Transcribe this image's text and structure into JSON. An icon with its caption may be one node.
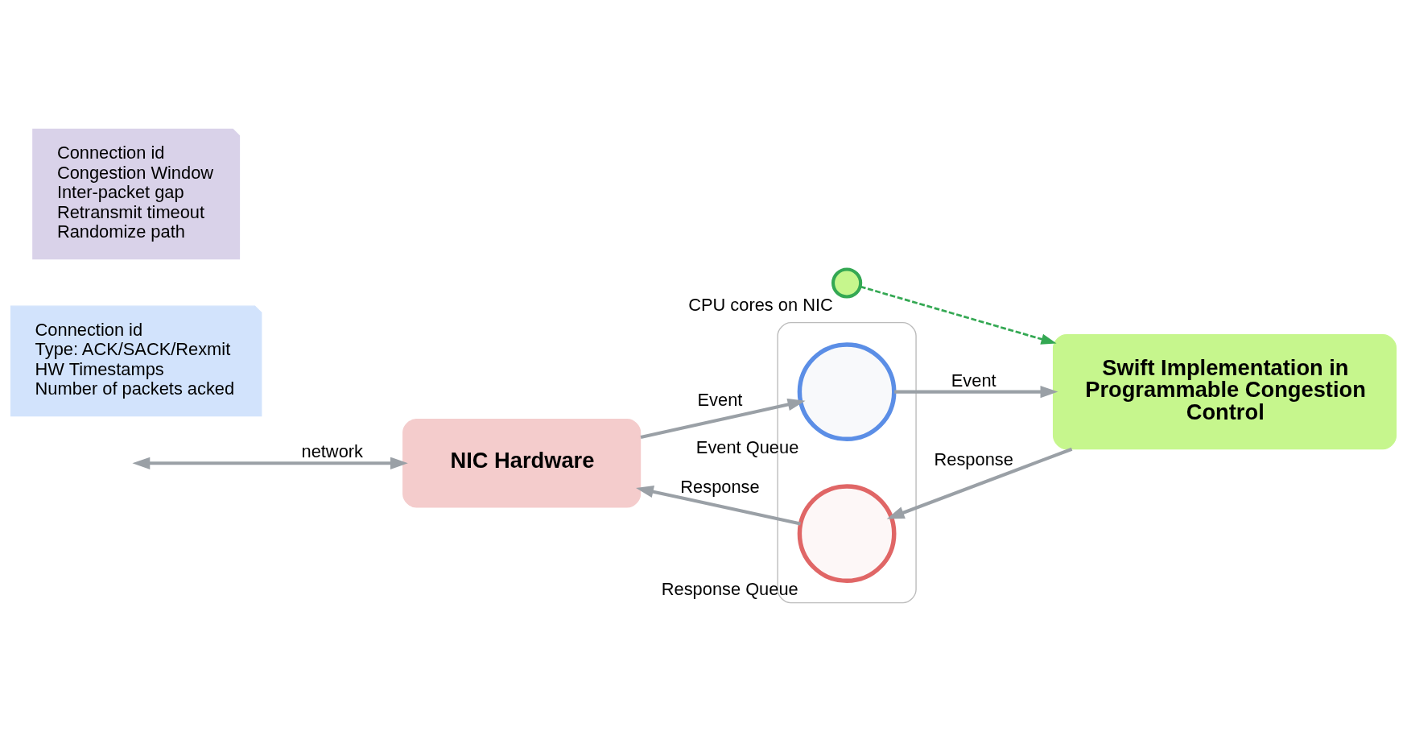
{
  "diagram": {
    "nodes": [
      {
        "text": [
          "NIC Hardware"
        ]
      },
      {
        "text": [],
        "shape": "box"
      },
      {
        "text": [
          "Event Queue"
        ],
        "in": 1
      },
      {
        "text": [
          "Response Queue"
        ],
        "in": 1
      },
      {
        "text": [
          "Swift Implementation in Programmable Congestion Control"
        ]
      },
      {
        "text": [],
        "shape": "circle",
        "beside": [
          "CPU cores on NIC"
        ]
      },
      {
        "text": [
          "Connection id",
          "Type: ACK/SACK/Rexmit",
          "HW Timestamps",
          "Number of packets acked"
        ]
      },
      {
        "text": [
          "Connection id",
          "Congestion Window",
          "Inter-packet gap",
          "Retransmit timeout",
          "Randomize path"
        ]
      }
    ],
    "edges": [
      {
        "from": null,
        "to": 0,
        "arrow": "both",
        "label": "network"
      },
      {
        "from": 0,
        "to": 2,
        "arrow": "to",
        "label": "Event"
      },
      {
        "from": 2,
        "to": 4,
        "arrow": "to",
        "label": "Event"
      },
      {
        "from": 4,
        "to": 3,
        "arrow": "to",
        "label": "Response"
      },
      {
        "from": 3,
        "to": 0,
        "arrow": "to",
        "label": "Response"
      },
      {
        "from": 5,
        "to": 4,
        "arrow": "to",
        "style": "dashed",
        "color": "#34a853"
      }
    ]
  }
}
